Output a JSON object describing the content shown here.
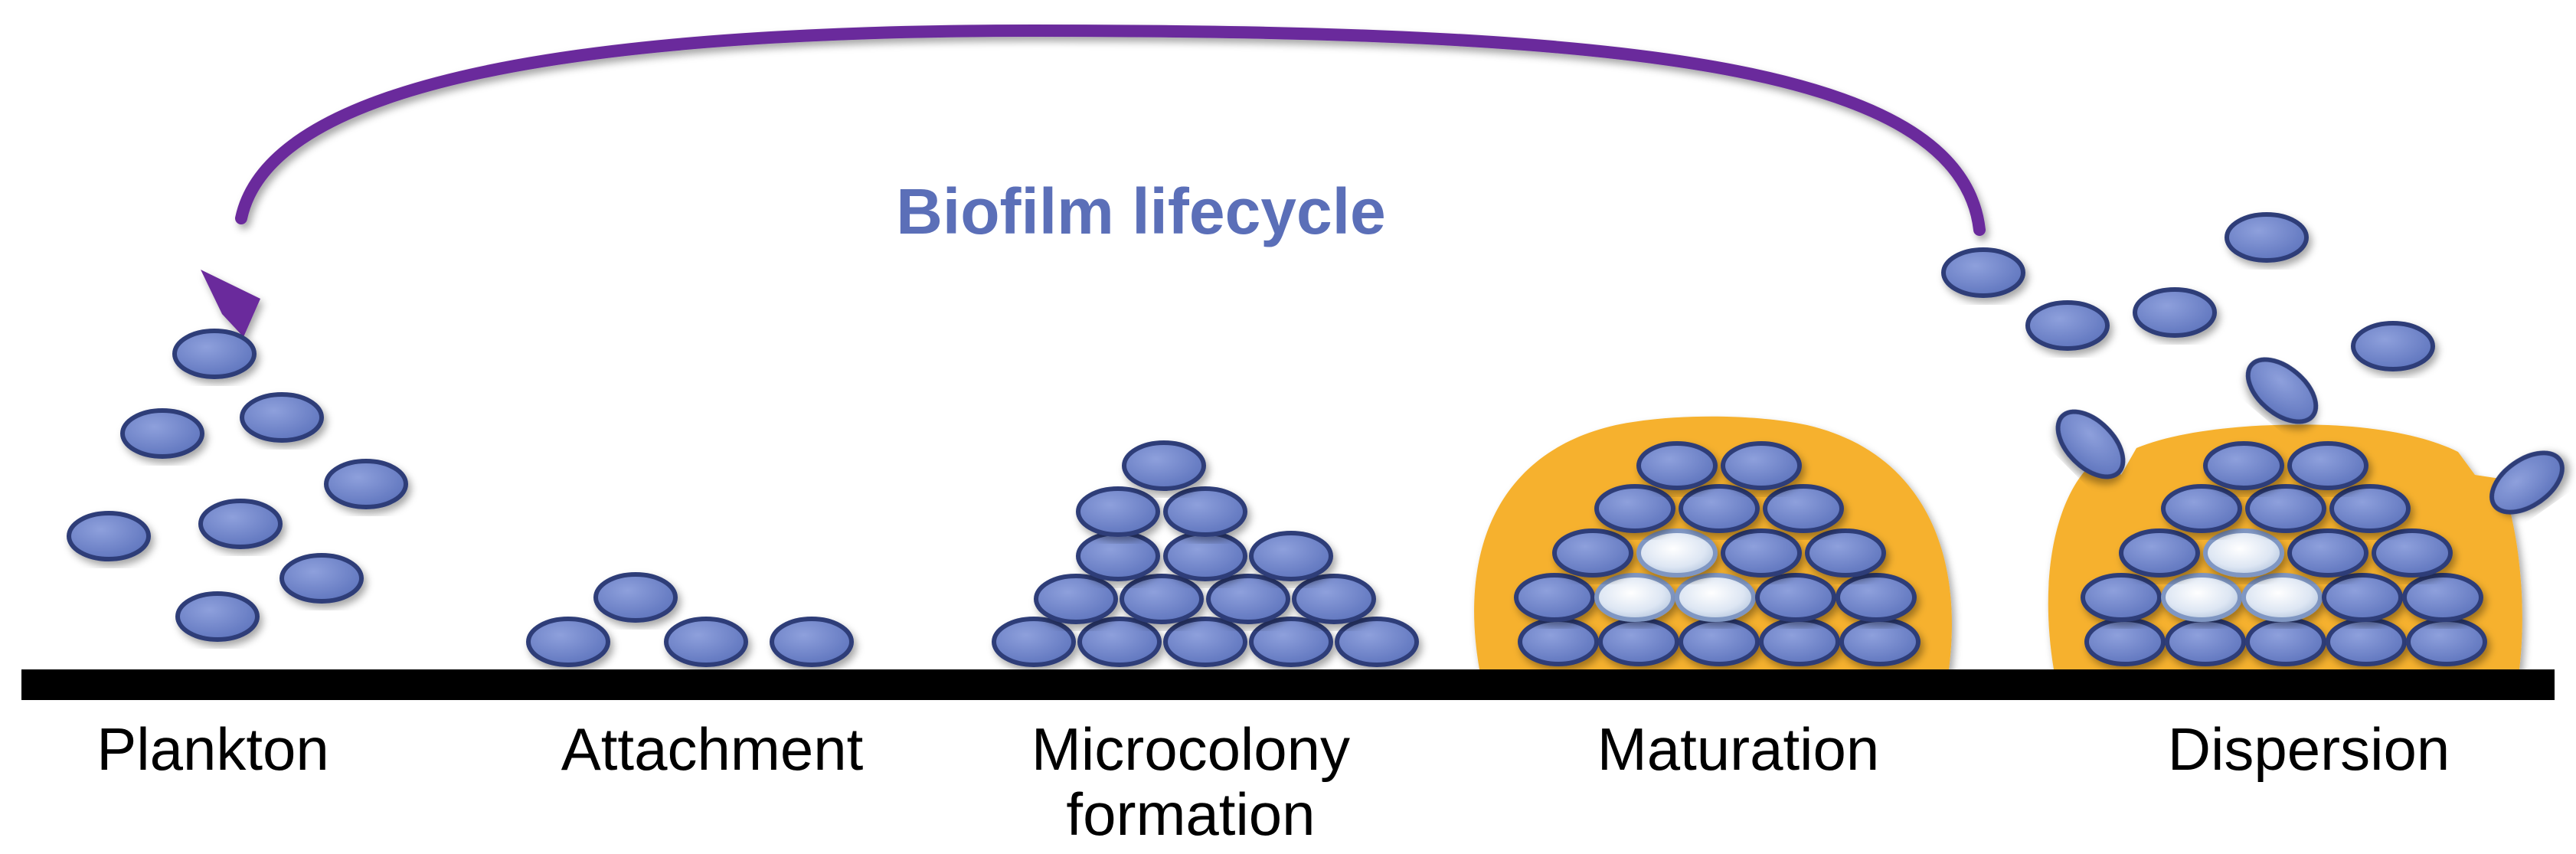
{
  "title": "Biofilm lifecycle",
  "stages": [
    {
      "id": "plankton",
      "label_lines": [
        "Plankton"
      ]
    },
    {
      "id": "attachment",
      "label_lines": [
        "Attachment"
      ]
    },
    {
      "id": "microcolony",
      "label_lines": [
        "Microcolony",
        "formation"
      ]
    },
    {
      "id": "maturation",
      "label_lines": [
        "Maturation"
      ]
    },
    {
      "id": "dispersion",
      "label_lines": [
        "Dispersion"
      ]
    }
  ],
  "colors": {
    "cell_fill": "#6f85c8",
    "cell_stroke": "#2f3e78",
    "matrix_fill": "#f6b12d",
    "arrow": "#6a2a9c",
    "title": "#5b6fb8",
    "surface": "#000000",
    "label": "#000000"
  }
}
